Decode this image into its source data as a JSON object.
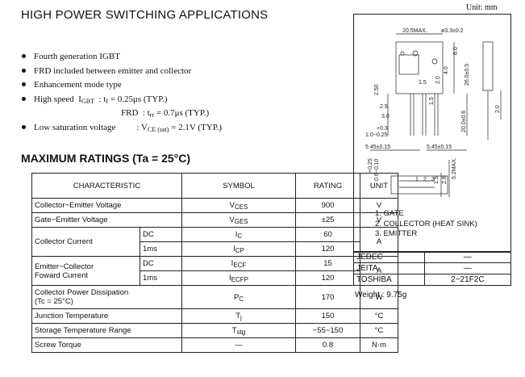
{
  "title": "HIGH POWER SWITCHING APPLICATIONS",
  "features": [
    "Fourth generation IGBT",
    "FRD included between emitter and collector",
    "Enhancement mode type"
  ],
  "speed": {
    "label": "High speed",
    "igbt_sym": "I",
    "igbt_sub": "GBT",
    "igbt_val": ": t",
    "igbt_val_sub": "f",
    "igbt_val_rest": " = 0.25μs (TYP.)",
    "frd_sym": "FRD",
    "frd_val": ": t",
    "frd_val_sub": "rr",
    "frd_val_rest": " = 0.7μs (TYP.)"
  },
  "low_sat": {
    "label": "Low saturation voltage",
    "val": ": V",
    "val_sub": "CE (sat)",
    "val_rest": " = 2.1V (TYP.)"
  },
  "max_ratings_title": "MAXIMUM RATINGS (Ta = 25°C)",
  "table": {
    "headers": [
      "CHARACTERISTIC",
      "SYMBOL",
      "RATING",
      "UNIT"
    ],
    "rows": {
      "vces": {
        "name": "Collector−Emitter Voltage",
        "sym": "V",
        "sub": "CES",
        "rating": "900",
        "unit": "V"
      },
      "vges": {
        "name": "Gate−Emitter Voltage",
        "sym": "V",
        "sub": "GES",
        "rating": "±25",
        "unit": "V"
      },
      "ic": {
        "name": "Collector Current",
        "dc": "DC",
        "ms": "1ms",
        "sym_dc": "I",
        "sub_dc": "C",
        "sym_ms": "I",
        "sub_ms": "CP",
        "r_dc": "60",
        "r_ms": "120",
        "unit": "A"
      },
      "ie": {
        "name1": "Emitter−Collector",
        "name2": "Foward Current",
        "dc": "DC",
        "ms": "1ms",
        "sym_dc": "I",
        "sub_dc": "ECF",
        "sym_ms": "I",
        "sub_ms": "ECFP",
        "r_dc": "15",
        "r_ms": "120",
        "unit": "A"
      },
      "pc": {
        "name1": "Collector Power Dissipation",
        "name2": "(Tc = 25°C)",
        "sym": "P",
        "sub": "C",
        "rating": "170",
        "unit": "W"
      },
      "tj": {
        "name": "Junction Temperature",
        "sym": "T",
        "sub": "j",
        "rating": "150",
        "unit": "°C"
      },
      "tstg": {
        "name": "Storage Temperature Range",
        "sym": "T",
        "sub": "stg",
        "rating": "−55~150",
        "unit": "°C"
      },
      "torque": {
        "name": "Screw Torque",
        "sym": "—",
        "rating": "0.8",
        "unit": "N·m"
      }
    }
  },
  "unit_label": "Unit: mm",
  "dims": {
    "d1": "20.5MAX.",
    "d2": "ø3.3±0.2",
    "d3": "6.0",
    "d4": "4.0",
    "d5": "26.0±0.5",
    "d6": "2.0",
    "d7": "1.5",
    "d8": "2.50",
    "d9": "1.5",
    "d10": "2.5",
    "d11": "3.0",
    "d12": "+0.3",
    "d13": "1.0−0.25",
    "d14": "20.0±0.6",
    "d15": "2.0",
    "d16": "5.45±0.15",
    "d17": "5.45±0.15",
    "d18": "+0.25",
    "d19": "0.6−0.10",
    "d20": "2.8",
    "d21": "1.5",
    "d22": "5.2MAX.",
    "p1": "1",
    "p2": "2",
    "p3": "3"
  },
  "pins": [
    "1.   GATE",
    "2.   COLLECTOR (HEAT SINK)",
    "3.   EMITTER"
  ],
  "package": [
    {
      "k": "JEDEC",
      "v": "—"
    },
    {
      "k": "JEITA",
      "v": "—"
    },
    {
      "k": "TOSHIBA",
      "v": "2−21F2C"
    }
  ],
  "weight": "Weight : 9.75g"
}
